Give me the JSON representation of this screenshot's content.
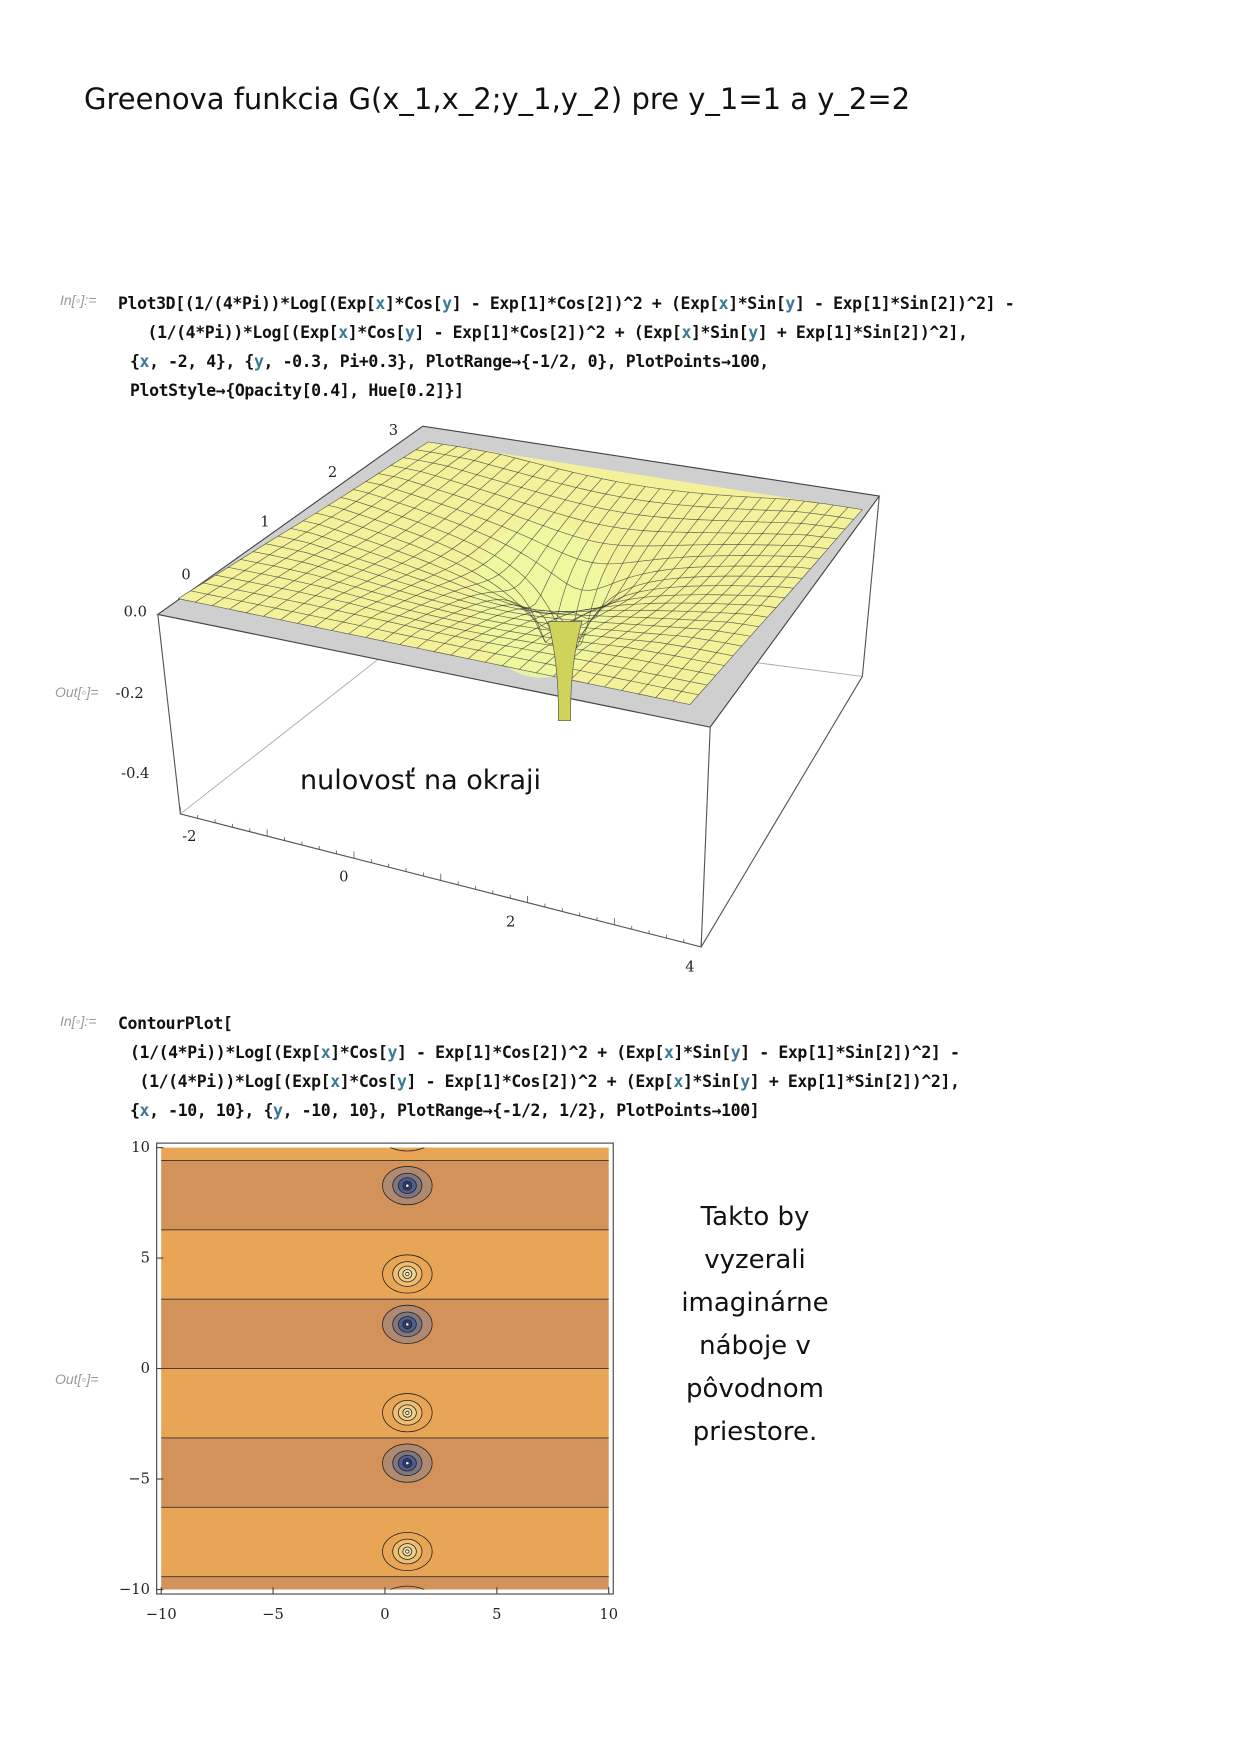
{
  "title": "Greenova funkcia G(x_1,x_2;y_1,y_2) pre y_1=1 a y_2=2",
  "in_label": "In[◦]:=",
  "out_label": "Out[◦]=",
  "cell1": {
    "lines": [
      [
        "Plot3D[(1/(4*Pi))*Log[(Exp[",
        "x",
        "]*Cos[",
        "y",
        "] - Exp[1]*Cos[2])^2 + (Exp[",
        "x",
        "]*Sin[",
        "y",
        "] - Exp[1]*Sin[2])^2] -"
      ],
      [
        " (1/(4*Pi))*Log[(Exp[",
        "x",
        "]*Cos[",
        "y",
        "] - Exp[1]*Cos[2])^2 + (Exp[",
        "x",
        "]*Sin[",
        "y",
        "] + Exp[1]*Sin[2])^2],"
      ],
      [
        "{",
        "x",
        ", -2, 4}, {",
        "y",
        ", -0.3, Pi+0.3}, PlotRange→{-1/2, 0}, PlotPoints→100,"
      ],
      [
        "PlotStyle→{Opacity[0.4], Hue[0.2]}]"
      ]
    ],
    "annotation": "nulovosť na okraji"
  },
  "cell2": {
    "lines": [
      [
        "ContourPlot["
      ],
      [
        "(1/(4*Pi))*Log[(Exp[",
        "x",
        "]*Cos[",
        "y",
        "] - Exp[1]*Cos[2])^2 + (Exp[",
        "x",
        "]*Sin[",
        "y",
        "] - Exp[1]*Sin[2])^2] -"
      ],
      [
        " (1/(4*Pi))*Log[(Exp[",
        "x",
        "]*Cos[",
        "y",
        "] - Exp[1]*Cos[2])^2 + (Exp[",
        "x",
        "]*Sin[",
        "y",
        "] + Exp[1]*Sin[2])^2],"
      ],
      [
        "{",
        "x",
        ", -10, 10}, {",
        "y",
        ", -10, 10}, PlotRange→{-1/2, 1/2}, PlotPoints→100]"
      ]
    ],
    "annotation_lines": [
      "Takto by",
      "vyzerali",
      "imaginárne",
      "náboje v",
      "pôvodnom",
      "priestore."
    ]
  },
  "chart_data": [
    {
      "type": "surface3d",
      "x_range": [
        -2,
        4
      ],
      "y_range": [
        -0.3,
        3.4416
      ],
      "z_range": [
        -0.5,
        0
      ],
      "x_ticks": [
        "-2",
        "0",
        "2",
        "4"
      ],
      "y_ticks": [
        "0",
        "1",
        "2",
        "3"
      ],
      "z_ticks": [
        "0.0",
        "-0.2",
        "-0.4"
      ],
      "singularity": {
        "x": 1,
        "y": 2
      },
      "surface_color": "#f3f29a"
    },
    {
      "type": "contour",
      "x_range": [
        -10,
        10
      ],
      "y_range": [
        -10,
        10
      ],
      "x_ticks": [
        "-10",
        "-5",
        "0",
        "5",
        "10"
      ],
      "y_ticks": [
        "10",
        "5",
        "0",
        "-5",
        "-10"
      ],
      "band_boundaries": [
        9.42,
        6.28,
        3.14,
        0,
        -3.14,
        -6.28,
        -9.42
      ],
      "negative_charges_y": [
        8.28,
        2,
        -4.28
      ],
      "positive_charges_y": [
        4.28,
        -2,
        -8.28
      ],
      "charge_x": 1,
      "colors": {
        "light_band": "#e8a556",
        "dark_band": "#d2925a",
        "negative_core": "#2c3e78",
        "positive_core": "#f6e2a8"
      }
    }
  ]
}
